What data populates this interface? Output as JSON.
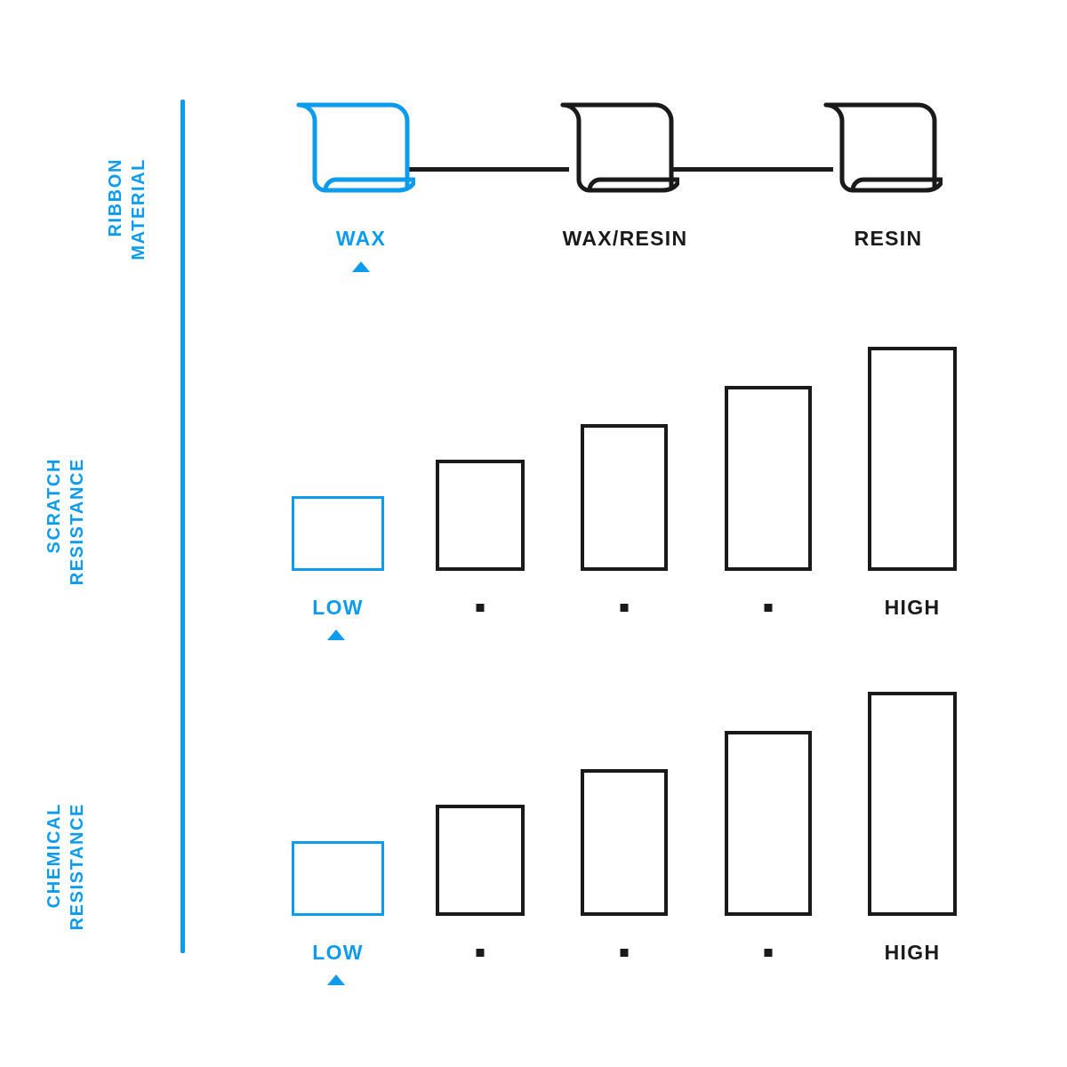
{
  "accent_color": "#0d9bed",
  "ink_color": "#1a1a1a",
  "background_color": "#ffffff",
  "rows": {
    "ribbon": {
      "label_line1": "RIBBON",
      "label_line2": "MATERIAL",
      "items": [
        {
          "label": "WAX",
          "icon": "ribbon-roll-icon",
          "highlighted": true
        },
        {
          "label": "WAX/RESIN",
          "icon": "ribbon-roll-icon",
          "highlighted": false
        },
        {
          "label": "RESIN",
          "icon": "ribbon-roll-icon",
          "highlighted": false
        }
      ],
      "marker": "triangle-up-marker"
    },
    "scratch": {
      "label_line1": "SCRATCH",
      "label_line2": "RESISTANCE",
      "low_label": "LOW",
      "high_label": "HIGH",
      "marker": "triangle-up-marker",
      "dot_marker": "square-dot-marker"
    },
    "chemical": {
      "label_line1": "CHEMICAL",
      "label_line2": "RESISTANCE",
      "low_label": "LOW",
      "high_label": "HIGH",
      "marker": "triangle-up-marker",
      "dot_marker": "square-dot-marker"
    }
  },
  "chart_data": [
    {
      "type": "bar",
      "title": "SCRATCH RESISTANCE",
      "categories": [
        "LOW",
        "",
        "",
        "",
        "HIGH"
      ],
      "values": [
        84,
        125,
        165,
        208,
        252
      ],
      "value_unit": "px-height (relative ordinal scale)",
      "ordinal": [
        1,
        2,
        3,
        4,
        5
      ],
      "xlabel": "",
      "ylabel": "SCRATCH RESISTANCE",
      "ylim": [
        0,
        270
      ],
      "grid": false,
      "legend": false,
      "highlight_index": 0,
      "tick_labels": [
        "LOW",
        "▪",
        "▪",
        "▪",
        "HIGH"
      ]
    },
    {
      "type": "bar",
      "title": "CHEMICAL RESISTANCE",
      "categories": [
        "LOW",
        "",
        "",
        "",
        "HIGH"
      ],
      "values": [
        84,
        125,
        165,
        208,
        252
      ],
      "value_unit": "px-height (relative ordinal scale)",
      "ordinal": [
        1,
        2,
        3,
        4,
        5
      ],
      "xlabel": "",
      "ylabel": "CHEMICAL RESISTANCE",
      "ylim": [
        0,
        270
      ],
      "grid": false,
      "legend": false,
      "highlight_index": 0,
      "tick_labels": [
        "LOW",
        "▪",
        "▪",
        "▪",
        "HIGH"
      ]
    }
  ]
}
